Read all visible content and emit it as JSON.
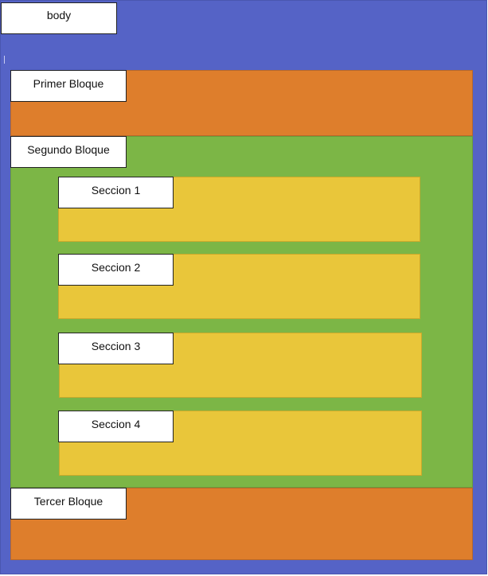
{
  "labels": {
    "body": "body",
    "primer": "Primer Bloque",
    "segundo": "Segundo Bloque",
    "tercer": "Tercer Bloque",
    "secciones": [
      "Seccion 1",
      "Seccion 2",
      "Seccion 3",
      "Seccion 4"
    ]
  },
  "colors": {
    "body": "#5563c6",
    "orange": "#de7e2c",
    "green": "#7cb646",
    "yellow": "#e9c63a",
    "label_bg": "#ffffff"
  }
}
